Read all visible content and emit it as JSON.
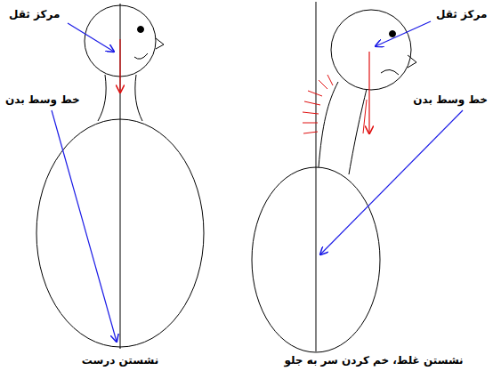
{
  "diagram": {
    "labels": [
      "مرکز ثقل",
      "خط وسط بدن",
      "نشستن درست",
      "مرکز ثقل",
      "خط وسط بدن",
      "نشستن غلط، خم کردن سر به جلو"
    ]
  }
}
